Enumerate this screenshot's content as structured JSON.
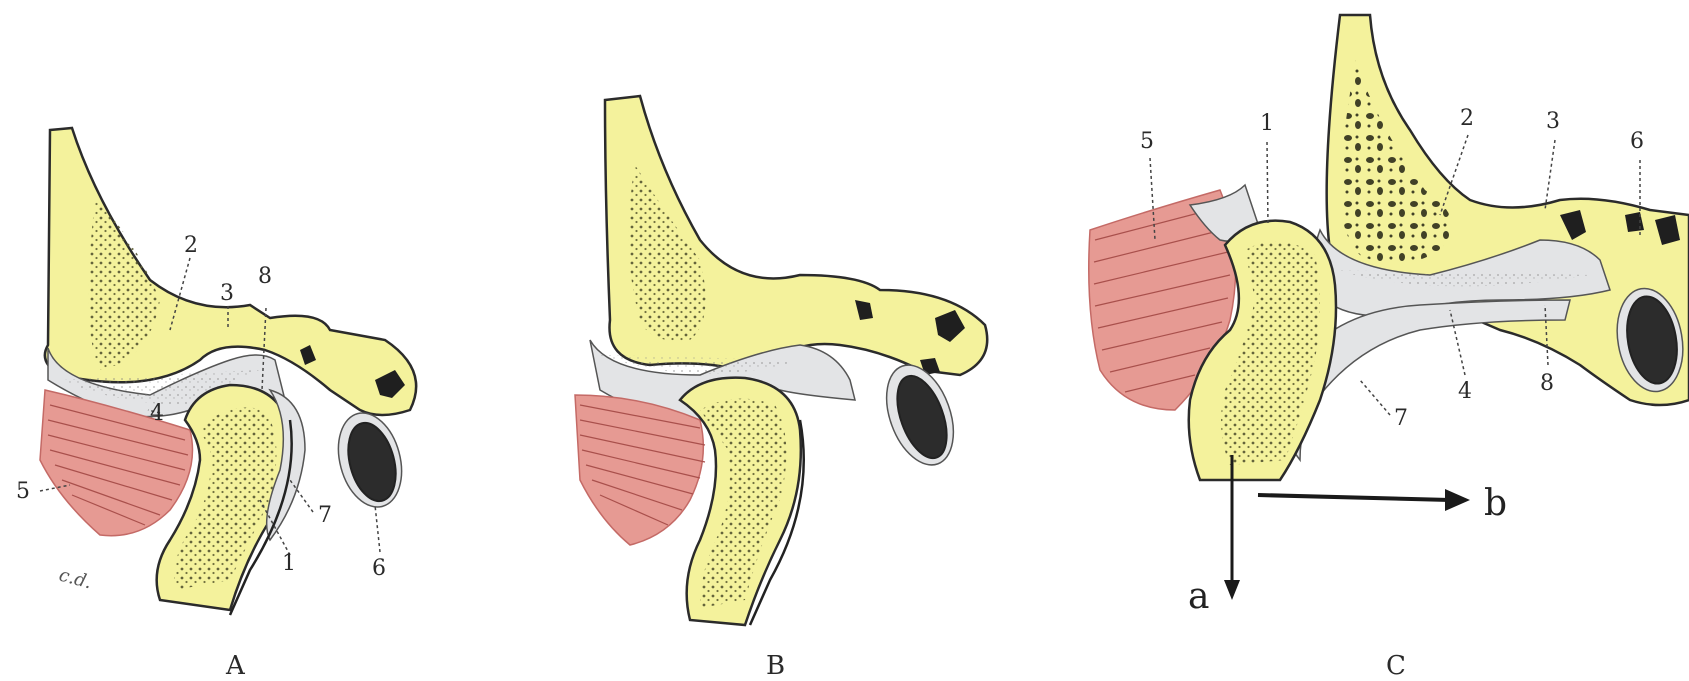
{
  "panels": [
    {
      "caption": "A",
      "labels": [
        "1",
        "2",
        "3",
        "4",
        "5",
        "6",
        "7",
        "8"
      ],
      "signature": "c.d."
    },
    {
      "caption": "B",
      "labels": []
    },
    {
      "caption": "C",
      "labels": [
        "1",
        "2",
        "3",
        "4",
        "5",
        "6",
        "7",
        "8"
      ],
      "arrows": {
        "down": "a",
        "right": "b"
      }
    }
  ],
  "colors": {
    "bone": "#f4f29c",
    "muscle": "#e69a93",
    "cartilage": "#e3e4e6",
    "dark": "#2c2c2c"
  }
}
